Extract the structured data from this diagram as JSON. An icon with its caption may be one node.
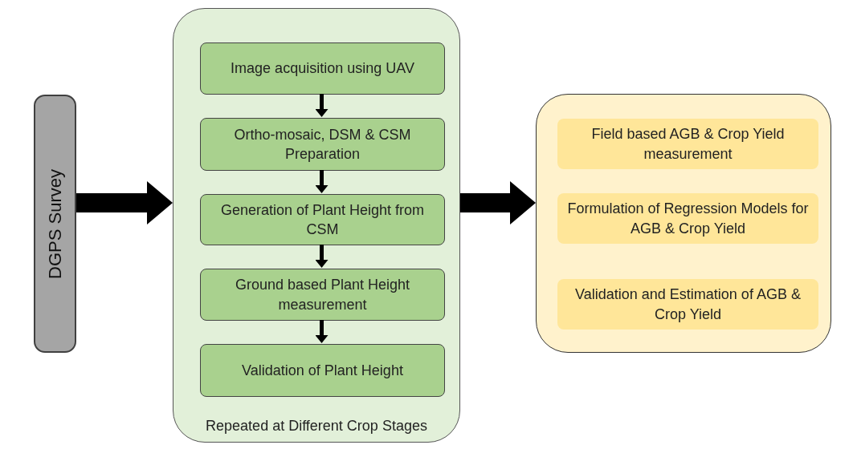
{
  "diagram": {
    "nodes": [
      {
        "text": [
          "DGPS Survey"
        ]
      },
      {
        "text": [
          "Repeated at Different Crop Stages"
        ]
      },
      {
        "text": [
          "Image acquisition using UAV"
        ],
        "in": 1
      },
      {
        "text": [
          "Ortho-mosaic, DSM & CSM Preparation"
        ],
        "in": 1
      },
      {
        "text": [
          "Generation of Plant Height from CSM"
        ],
        "in": 1
      },
      {
        "text": [
          "Ground based Plant Height measurement"
        ],
        "in": 1
      },
      {
        "text": [
          "Validation of Plant Height"
        ],
        "in": 1
      },
      {
        "text": [],
        "shape": "box"
      },
      {
        "text": [
          "Field based AGB & Crop Yield measurement"
        ],
        "in": 7
      },
      {
        "text": [
          "Formulation of Regression Models for AGB & Crop Yield"
        ],
        "in": 7
      },
      {
        "text": [
          "Validation and Estimation of AGB & Crop Yield"
        ],
        "in": 7
      }
    ],
    "edges": [
      {
        "from": 0,
        "to": 1,
        "arrow": "to",
        "style": "thick"
      },
      {
        "from": 2,
        "to": 3,
        "arrow": "to"
      },
      {
        "from": 3,
        "to": 4,
        "arrow": "to"
      },
      {
        "from": 4,
        "to": 5,
        "arrow": "to"
      },
      {
        "from": 5,
        "to": 6,
        "arrow": "to"
      },
      {
        "from": 1,
        "to": 7,
        "arrow": "to",
        "style": "thick"
      }
    ]
  }
}
